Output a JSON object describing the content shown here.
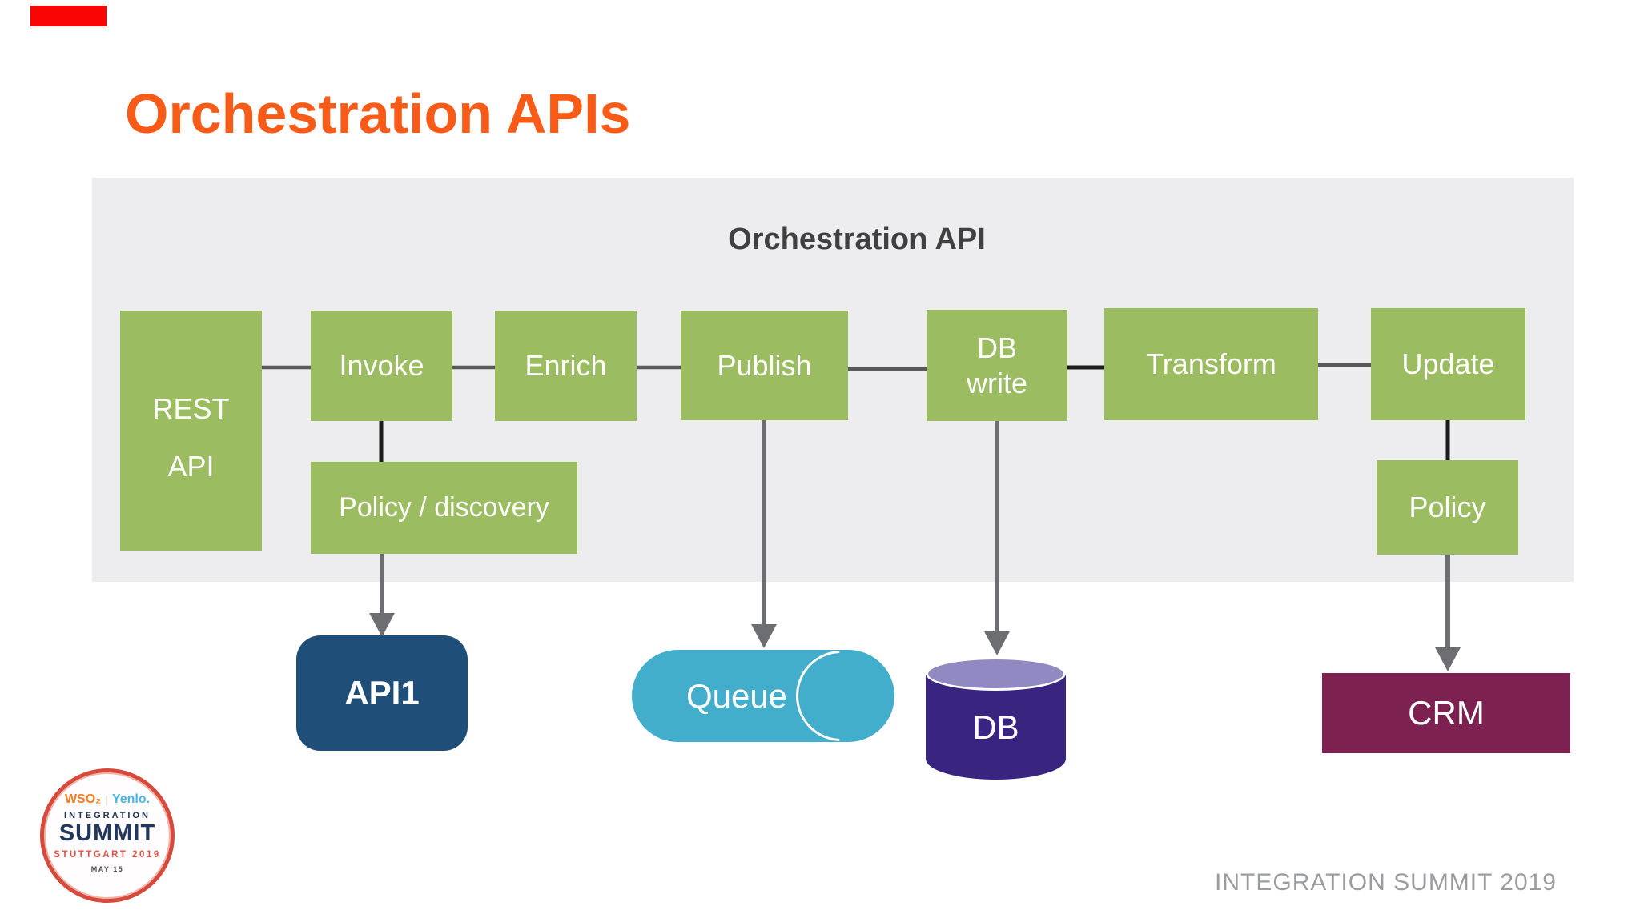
{
  "slide": {
    "title": "Orchestration APIs",
    "footer": "INTEGRATION SUMMIT 2019",
    "accent_bar_color": "#fb0404",
    "title_color": "#f85b17"
  },
  "diagram": {
    "panel_title": "Orchestration API",
    "nodes": {
      "rest_line1": "REST",
      "rest_line2": "API",
      "invoke": "Invoke",
      "enrich": "Enrich",
      "publish": "Publish",
      "db_write_line1": "DB",
      "db_write_line2": "write",
      "transform": "Transform",
      "update": "Update",
      "policy_discovery": "Policy / discovery",
      "policy": "Policy"
    },
    "endpoints": {
      "api1": "API1",
      "queue": "Queue",
      "db": "DB",
      "crm": "CRM"
    },
    "colors": {
      "panel_gray": "#edecee",
      "node_green": "#9bbc60",
      "connector_gray": "#58595b",
      "connector_black": "#1c1c1c",
      "arrow_gray": "#6d6e71",
      "api1_navy": "#1f4e79",
      "queue_teal": "#43aecc",
      "db_purple": "#392480",
      "db_top_lavender": "#9189c2",
      "crm_maroon": "#7c2150"
    }
  },
  "logo": {
    "brand_left": "WSO₂",
    "brand_divider": "|",
    "brand_right": "Yenlo.",
    "line1": "INTEGRATION",
    "line2": "SUMMIT",
    "line3": "STUTTGART 2019",
    "line4": "MAY 15"
  }
}
